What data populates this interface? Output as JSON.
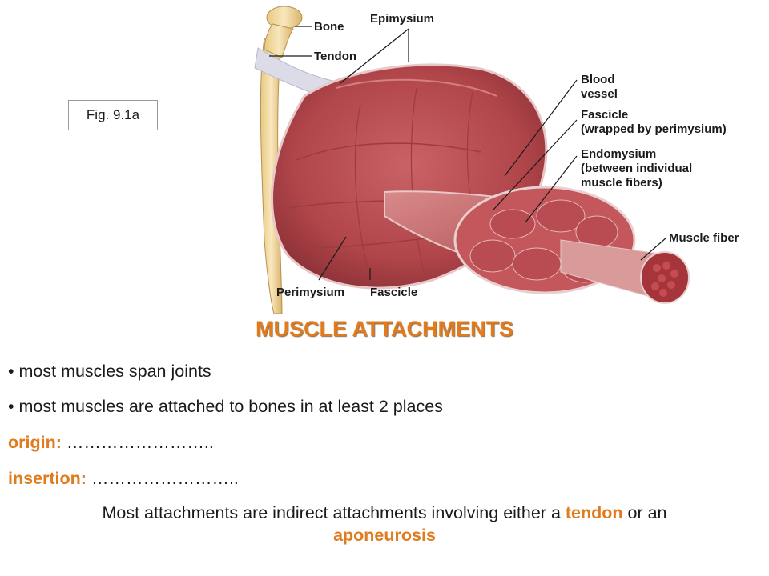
{
  "figure": {
    "fig_label": "Fig. 9.1a",
    "labels": {
      "bone": "Bone",
      "epimysium": "Epimysium",
      "tendon": "Tendon",
      "blood_vessel_1": "Blood",
      "blood_vessel_2": "vessel",
      "fascicle_1": "Fascicle",
      "fascicle_2": "(wrapped by perimysium)",
      "endomysium_1": "Endomysium",
      "endomysium_2": "(between individual",
      "endomysium_3": "muscle fibers)",
      "muscle_fiber": "Muscle fiber",
      "perimysium": "Perimysium",
      "fascicle_bottom": "Fascicle"
    }
  },
  "content": {
    "title": "MUSCLE ATTACHMENTS",
    "bullet_1": "• most muscles span joints",
    "bullet_2": "• most muscles are attached to bones in at least 2 places",
    "origin_label": "origin:",
    "origin_dots": "……………………..",
    "insertion_label": "insertion:",
    "insertion_dots": "……………………..",
    "footer_pre": "Most attachments are indirect attachments involving either a ",
    "footer_tendon": "tendon",
    "footer_mid": " or an",
    "footer_aponeurosis": "aponeurosis"
  },
  "colors": {
    "accent": "#e07b1e",
    "muscle": "#b8454a",
    "bone": "#f0d9a0"
  }
}
